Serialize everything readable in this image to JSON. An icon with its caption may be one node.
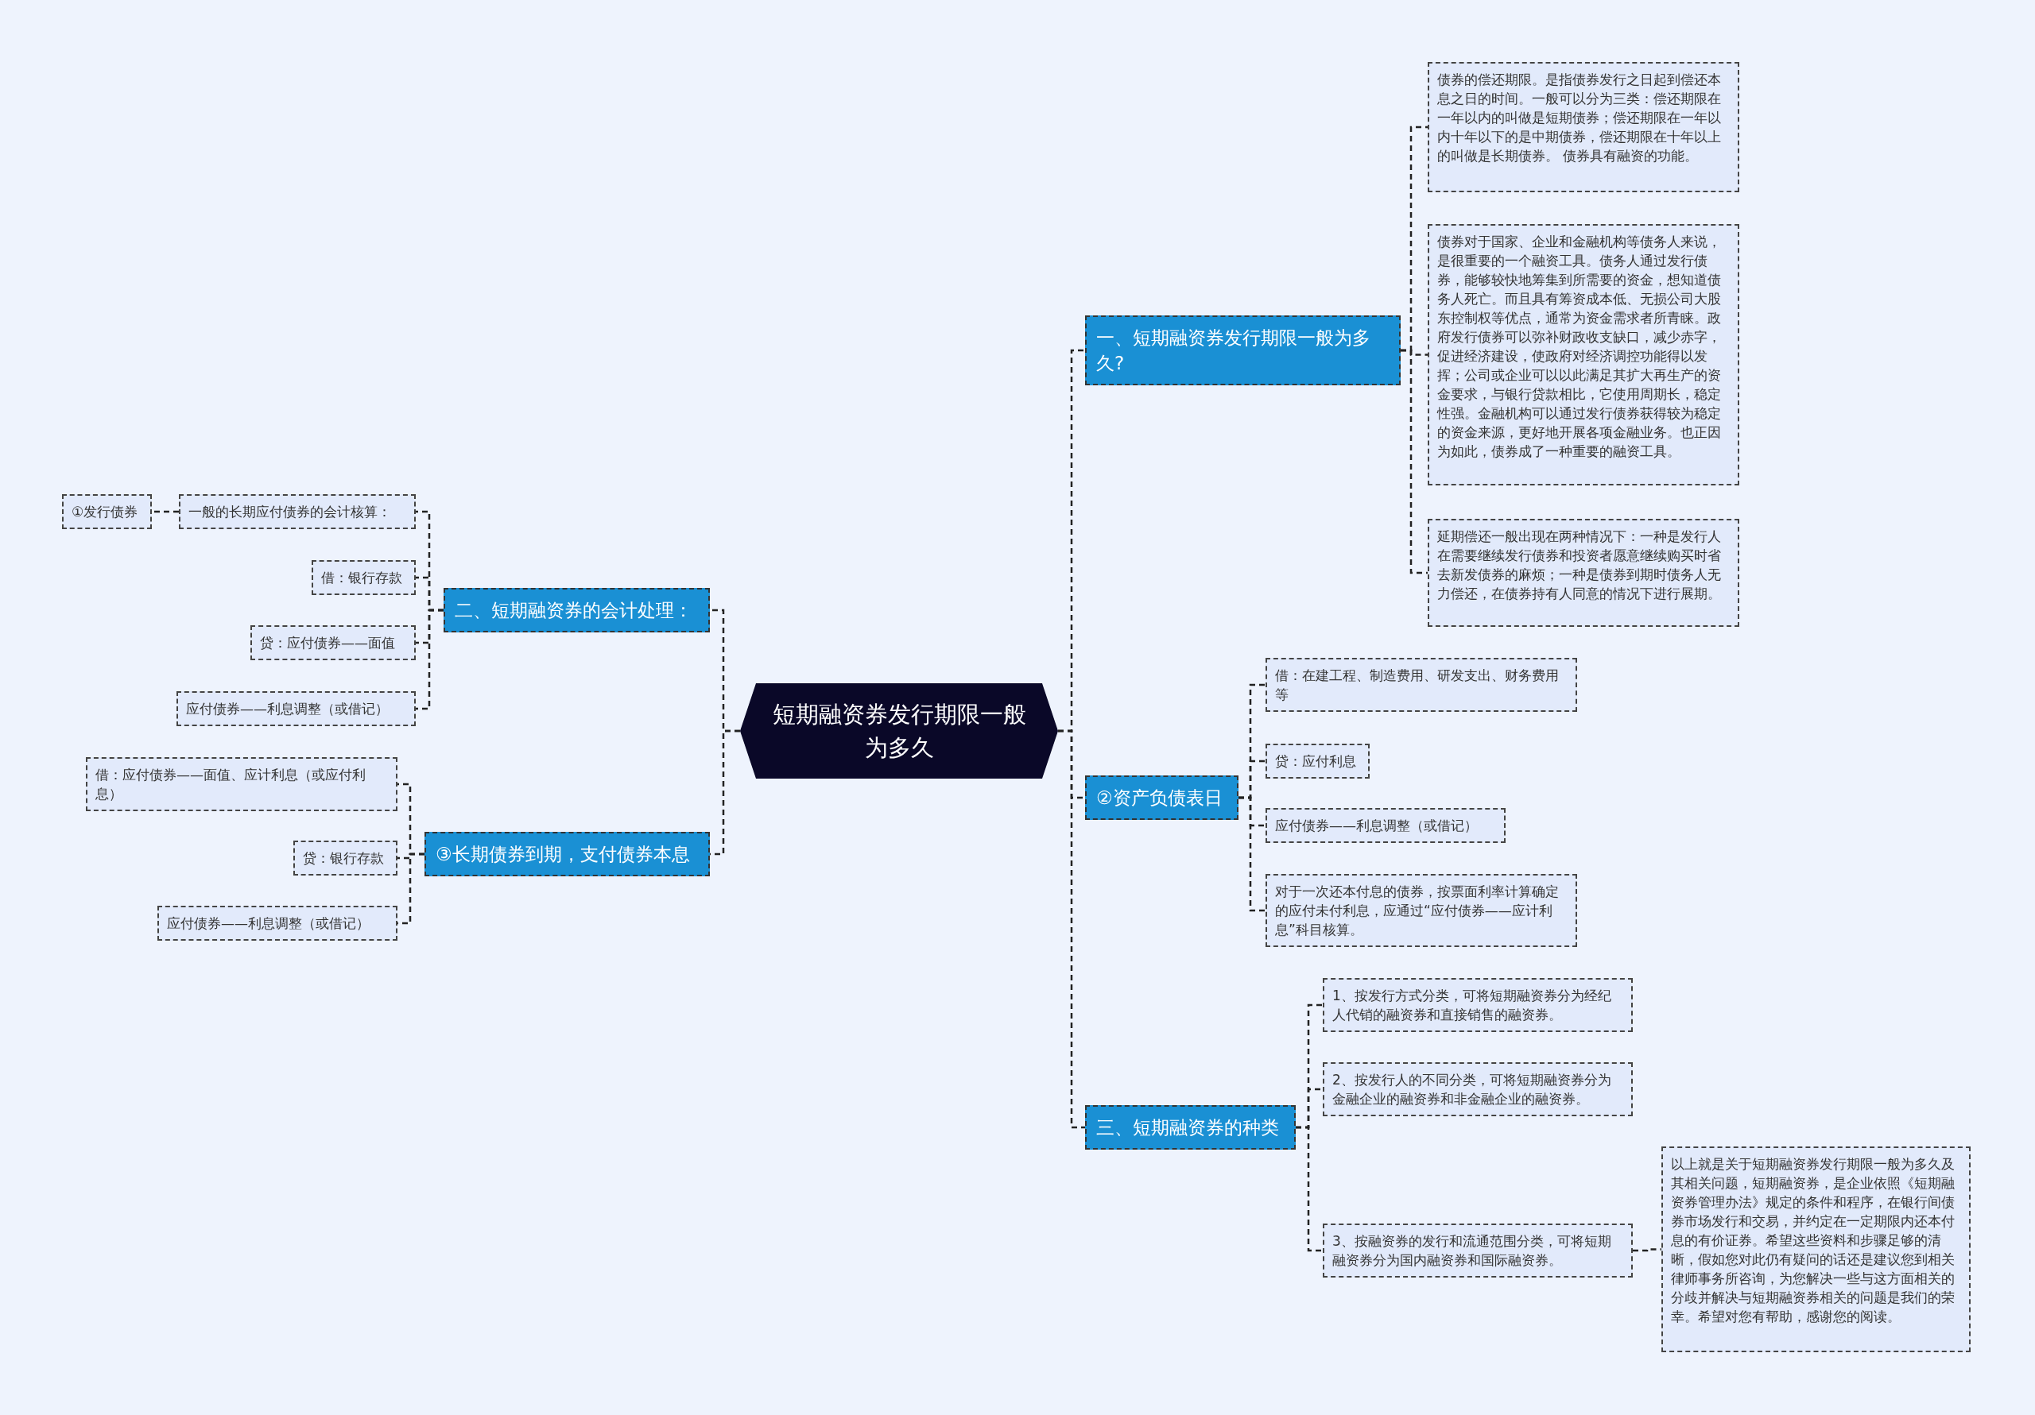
{
  "diagram": {
    "nodes": [
      {
        "text": [
          "短期融资券发行期限一般为多久"
        ]
      },
      {
        "text": [
          "一、短期融资券发行期限一般为多久?"
        ]
      },
      {
        "text": [
          "债券的偿还期限。是指债券发行之日起到偿还本息之日的时间。一般可以分为三类：偿还期限在一年以内的叫做是短期债券；偿还期限在一年以内十年以下的是中期债券，偿还期限在十年以上的叫做是长期债券。 债券具有融资的功能。"
        ]
      },
      {
        "text": [
          "债券对于国家、企业和金融机构等债务人来说，是很重要的一个融资工具。债务人通过发行债券，能够较快地筹集到所需要的资金，想知道债务人死亡。而且具有筹资成本低、无损公司大股东控制权等优点，通常为资金需求者所青睐。政府发行债券可以弥补财政收支缺口，减少赤字，促进经济建设，使政府对经济调控功能得以发挥；公司或企业可以以此满足其扩大再生产的资金要求，与银行贷款相比，它使用周期长，稳定性强。金融机构可以通过发行债券获得较为稳定的资金来源，更好地开展各项金融业务。也正因为如此，债券成了一种重要的融资工具。"
        ]
      },
      {
        "text": [
          "延期偿还一般出现在两种情况下：一种是发行人在需要继续发行债券和投资者愿意继续购买时省去新发债券的麻烦；一种是债券到期时债务人无力偿还，在债券持有人同意的情况下进行展期。"
        ]
      },
      {
        "text": [
          "②资产负债表日"
        ]
      },
      {
        "text": [
          "借：在建工程、制造费用、研发支出、财务费用等"
        ]
      },
      {
        "text": [
          "贷：应付利息"
        ]
      },
      {
        "text": [
          "应付债券——利息调整（或借记）"
        ]
      },
      {
        "text": [
          "对于一次还本付息的债券，按票面利率计算确定的应付未付利息，应通过“应付债券——应计利息”科目核算。"
        ]
      },
      {
        "text": [
          "三、短期融资券的种类"
        ]
      },
      {
        "text": [
          "1、按发行方式分类，可将短期融资券分为经纪人代销的融资券和直接销售的融资券。"
        ]
      },
      {
        "text": [
          "2、按发行人的不同分类，可将短期融资券分为金融企业的融资券和非金融企业的融资券。"
        ]
      },
      {
        "text": [
          "3、按融资券的发行和流通范围分类，可将短期融资券分为国内融资券和国际融资券。"
        ]
      },
      {
        "text": [
          "以上就是关于短期融资券发行期限一般为多久及其相关问题，短期融资券，是企业依照《短期融资券管理办法》规定的条件和程序，在银行间债券市场发行和交易，并约定在一定期限内还本付息的有价证券。希望这些资料和步骤足够的清晰，假如您对此仍有疑问的话还是建议您到相关律师事务所咨询，为您解决一些与这方面相关的分歧并解决与短期融资券相关的问题是我们的荣幸。希望对您有帮助，感谢您的阅读。"
        ]
      },
      {
        "text": [
          "二、短期融资券的会计处理："
        ]
      },
      {
        "text": [
          "一般的长期应付债券的会计核算："
        ]
      },
      {
        "text": [
          "①发行债券"
        ]
      },
      {
        "text": [
          "借：银行存款"
        ]
      },
      {
        "text": [
          "贷：应付债券——面值"
        ]
      },
      {
        "text": [
          "应付债券——利息调整（或借记）"
        ]
      },
      {
        "text": [
          "③长期债券到期，支付债券本息"
        ]
      },
      {
        "text": [
          "借：应付债券——面值、应计利息（或应付利息）"
        ]
      },
      {
        "text": [
          "贷：银行存款"
        ]
      },
      {
        "text": [
          "应付债券——利息调整（或借记）"
        ]
      }
    ],
    "edges": [
      {
        "from": 0,
        "to": 1,
        "arrow": "none",
        "style": "dashed"
      },
      {
        "from": 1,
        "to": 2,
        "arrow": "none",
        "style": "dashed"
      },
      {
        "from": 1,
        "to": 3,
        "arrow": "none",
        "style": "dashed"
      },
      {
        "from": 1,
        "to": 4,
        "arrow": "none",
        "style": "dashed"
      },
      {
        "from": 0,
        "to": 5,
        "arrow": "none",
        "style": "dashed"
      },
      {
        "from": 5,
        "to": 6,
        "arrow": "none",
        "style": "dashed"
      },
      {
        "from": 5,
        "to": 7,
        "arrow": "none",
        "style": "dashed"
      },
      {
        "from": 5,
        "to": 8,
        "arrow": "none",
        "style": "dashed"
      },
      {
        "from": 5,
        "to": 9,
        "arrow": "none",
        "style": "dashed"
      },
      {
        "from": 0,
        "to": 10,
        "arrow": "none",
        "style": "dashed"
      },
      {
        "from": 10,
        "to": 11,
        "arrow": "none",
        "style": "dashed"
      },
      {
        "from": 10,
        "to": 12,
        "arrow": "none",
        "style": "dashed"
      },
      {
        "from": 10,
        "to": 13,
        "arrow": "none",
        "style": "dashed"
      },
      {
        "from": 13,
        "to": 14,
        "arrow": "none",
        "style": "dashed"
      },
      {
        "from": 0,
        "to": 15,
        "arrow": "none",
        "style": "dashed"
      },
      {
        "from": 15,
        "to": 16,
        "arrow": "none",
        "style": "dashed"
      },
      {
        "from": 16,
        "to": 17,
        "arrow": "none",
        "style": "dashed"
      },
      {
        "from": 15,
        "to": 18,
        "arrow": "none",
        "style": "dashed"
      },
      {
        "from": 15,
        "to": 19,
        "arrow": "none",
        "style": "dashed"
      },
      {
        "from": 15,
        "to": 20,
        "arrow": "none",
        "style": "dashed"
      },
      {
        "from": 0,
        "to": 21,
        "arrow": "none",
        "style": "dashed"
      },
      {
        "from": 21,
        "to": 22,
        "arrow": "none",
        "style": "dashed"
      },
      {
        "from": 21,
        "to": 23,
        "arrow": "none",
        "style": "dashed"
      },
      {
        "from": 21,
        "to": 24,
        "arrow": "none",
        "style": "dashed"
      }
    ]
  }
}
